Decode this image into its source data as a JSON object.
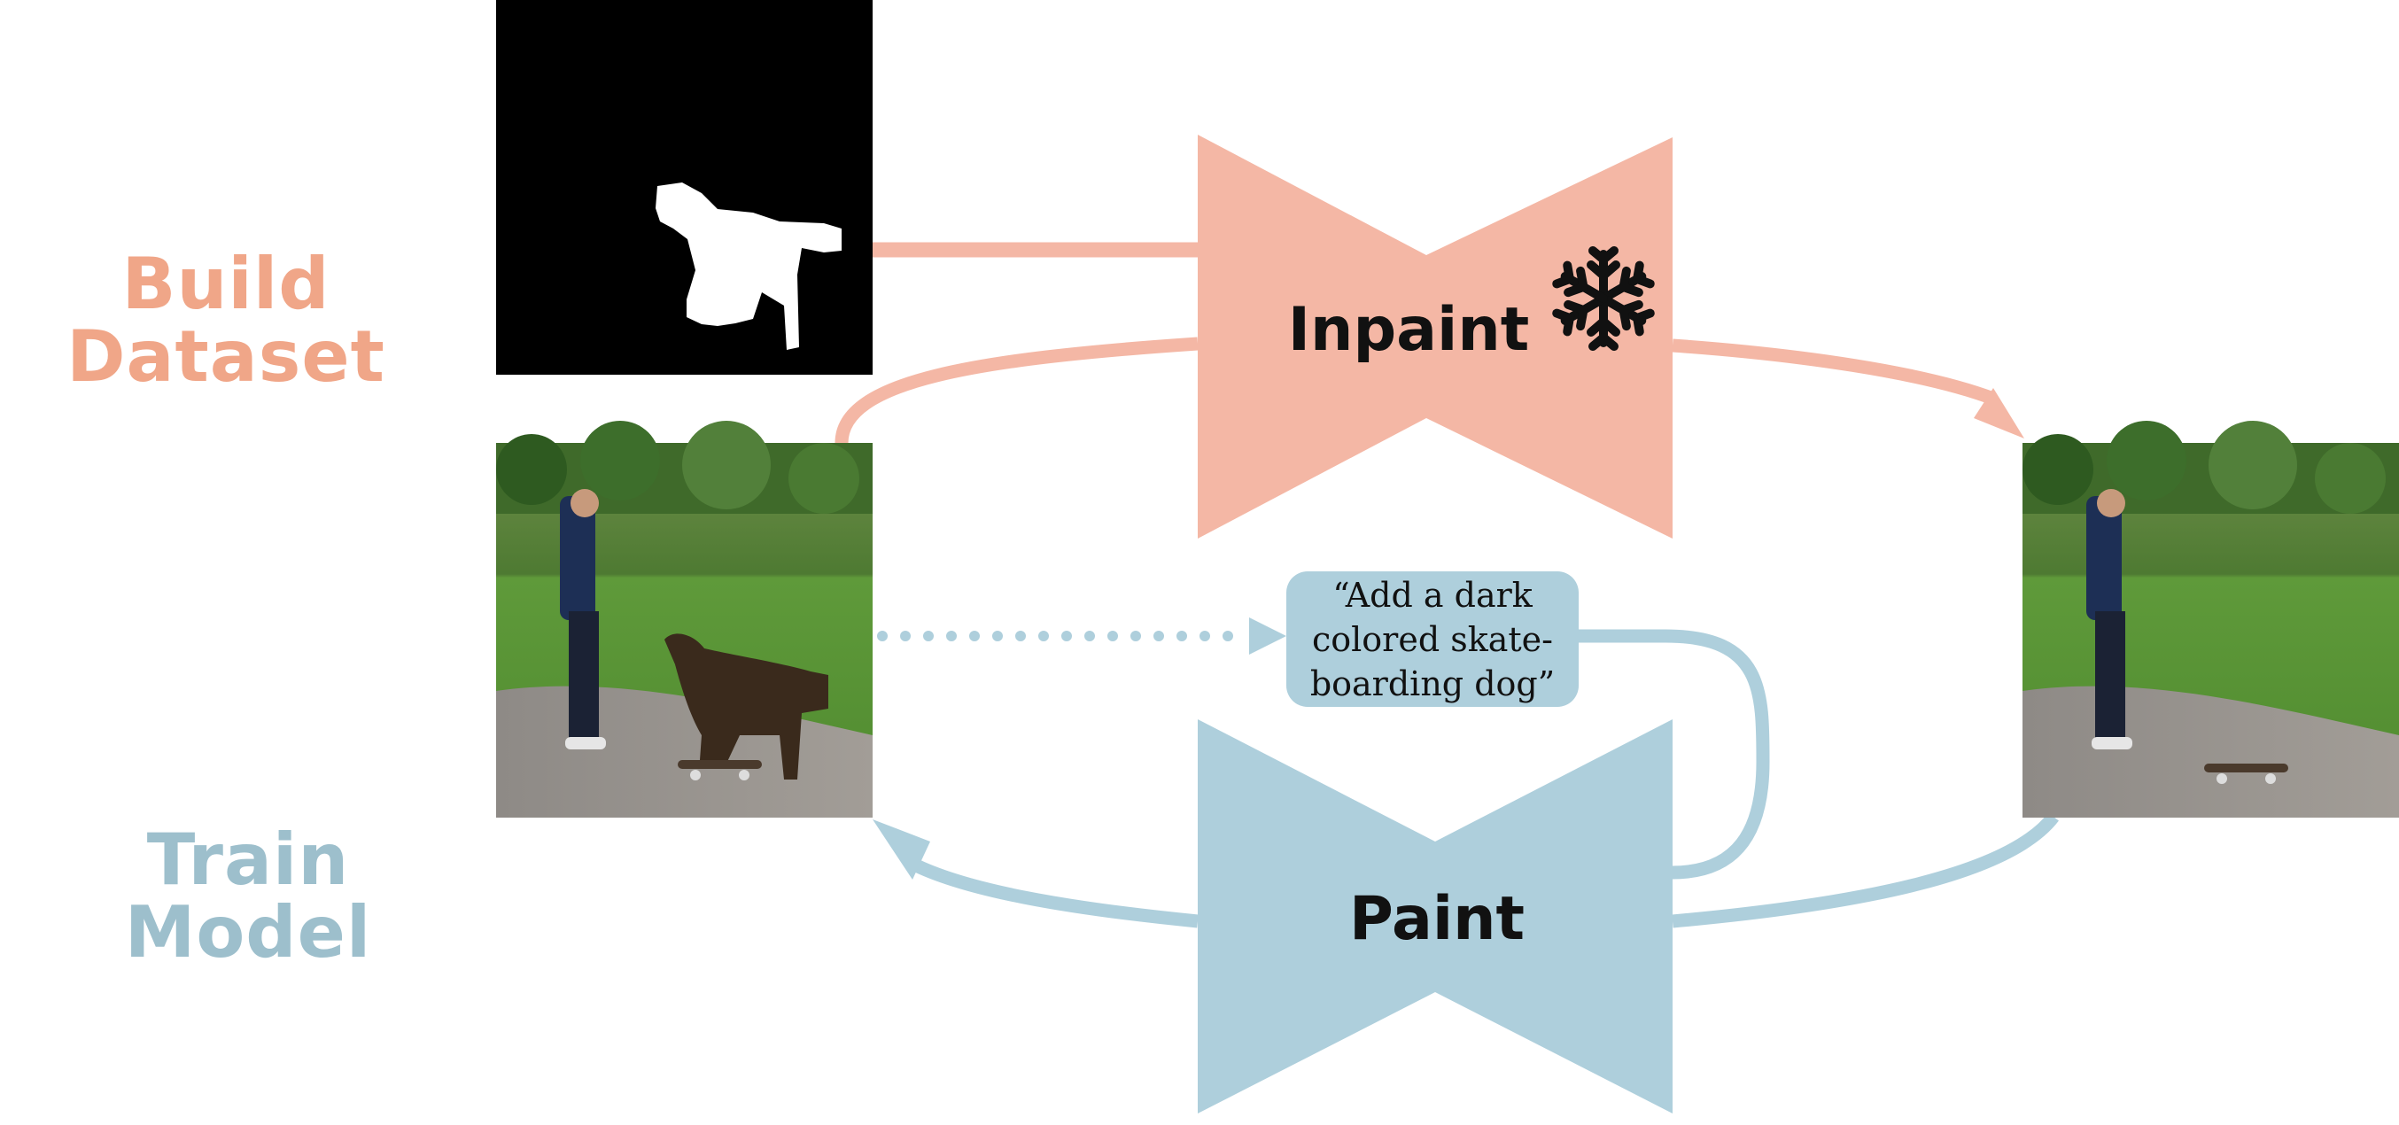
{
  "labels": {
    "build": [
      "Build",
      "Dataset"
    ],
    "train": [
      "Train",
      "Model"
    ]
  },
  "models": {
    "inpaint": {
      "label": "Inpaint",
      "frozen_icon": "snowflake-icon"
    },
    "paint": {
      "label": "Paint"
    }
  },
  "prompt": {
    "lines": [
      "“Add a dark",
      "colored skate-",
      "boarding dog”"
    ]
  },
  "colors": {
    "build": "#f4b7a5",
    "build_text": "#f0a688",
    "train": "#aecfdc",
    "train_text": "#9dbfcc"
  }
}
